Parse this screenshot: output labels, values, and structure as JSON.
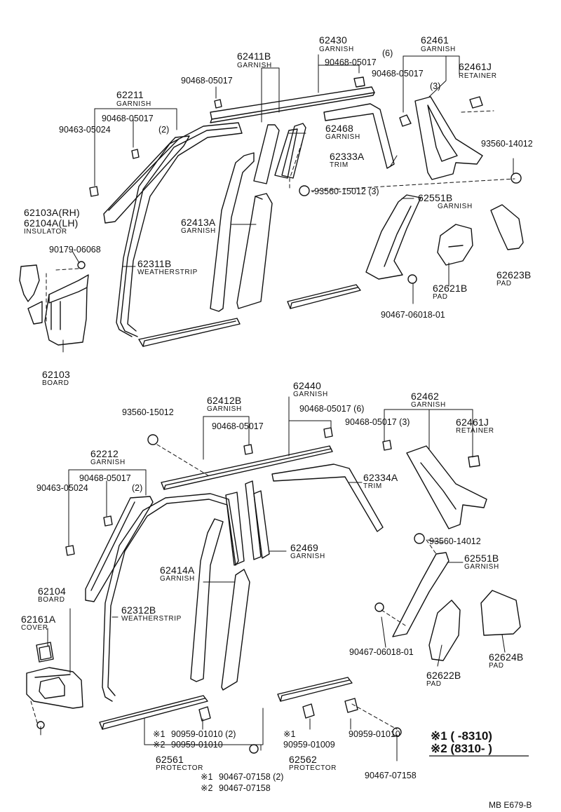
{
  "labels": {
    "p62430": "62430",
    "n62430": "GARNISH",
    "q6a": "(6)",
    "p62461": "62461",
    "n62461": "GARNISH",
    "p62411B": "62411B",
    "n62411B": "GARNISH",
    "b90468_a": "90468-05017",
    "b90468_b": "90468-05017",
    "b90468_c": "90468-05017",
    "p62461J": "62461J",
    "n62461J": "RETAINER",
    "q3a": "(3)",
    "p62211": "62211",
    "n62211": "GARNISH",
    "b90468_d": "90468-05017",
    "b90463_a": "90463-05024",
    "q2a": "(2)",
    "p62468": "62468",
    "n62468": "GARNISH",
    "b93560_a": "93560-14012",
    "p62333A": "62333A",
    "n62333A": "TRIM",
    "b93560_b": "-93560-15012 (3)",
    "p62103A": "62103A(RH)",
    "p62104A": "62104A(LH)",
    "nIns": "INSULATOR",
    "p62551B_a": "62551B",
    "n62551B_a": "GARNISH",
    "b90179_a": "90179-06068",
    "p62413A": "62413A",
    "n62413A": "GARNISH",
    "p62311B": "62311B",
    "n62311B": "WEATHERSTRIP",
    "p62623B": "62623B",
    "n62623B": "PAD",
    "p62621B": "62621B",
    "n62621B": "PAD",
    "b90467_a": "90467-06018-01",
    "p62103": "62103",
    "n62103": "BOARD",
    "p62440": "62440",
    "n62440": "GARNISH",
    "p62462": "62462",
    "n62462": "GARNISH",
    "b93560_c": "93560-15012",
    "p62412B": "62412B",
    "n62412B": "GARNISH",
    "b90468_e": "90468-05017 (6)",
    "b90468_f": "90468-05017 (3)",
    "b90468_g": "90468-05017",
    "p62461J_b": "62461J",
    "n62461J_b": "RETAINER",
    "p62212": "62212",
    "n62212": "GARNISH",
    "b90468_h": "90468-05017",
    "b90463_b": "90463-05024",
    "q2b": "(2)",
    "p62334A": "62334A",
    "n62334A": "TRIM",
    "b93560_d": "93560-14012",
    "p62469": "62469",
    "n62469": "GARNISH",
    "p62551B_b": "62551B",
    "n62551B_b": "GARNISH",
    "p62414A": "62414A",
    "n62414A": "GARNISH",
    "p62104": "62104",
    "n62104": "BOARD",
    "p62312B": "62312B",
    "n62312B": "WEATHERSTRIP",
    "p62161A": "62161A",
    "n62161A": "COVER",
    "b90467_b": "90467-06018-01",
    "p62624B": "62624B",
    "n62624B": "PAD",
    "p62622B": "62622B",
    "n62622B": "PAD",
    "m1a": "※1",
    "m2a": "※2",
    "b90959_a": "90959-01010 (2)",
    "b90959_b": "90959-01010",
    "m1b": "※1",
    "b90959_c": "90959-01009",
    "b90959_d": "90959-01010",
    "p62561": "62561",
    "n62561": "PROTECTOR",
    "p62562": "62562",
    "n62562": "PROTECTOR",
    "m1c": "※1",
    "m2c": "※2",
    "b90467_c": "90467-07158 (2)",
    "b90467_d": "90467-07158",
    "b90467_e": "90467-07158",
    "leg1": "※1 (      -8310)",
    "leg2": "※2 (8310-        )",
    "code": "MB   E679-B"
  }
}
